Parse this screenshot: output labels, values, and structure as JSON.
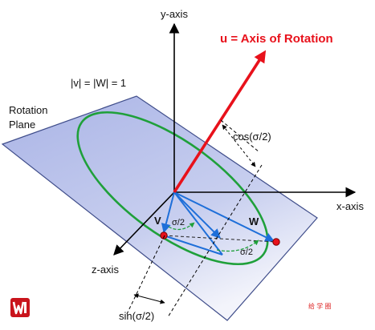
{
  "labels": {
    "y_axis": "y-axis",
    "x_axis": "x-axis",
    "z_axis": "z-axis",
    "axis_of_rotation": "u = Axis of Rotation",
    "norm": "|v| = |W| = 1",
    "rotation_plane_line1": "Rotation",
    "rotation_plane_line2": "Plane",
    "cos_half": "cos(σ/2)",
    "sin_half": "sin(σ/2)",
    "vector_v": "V",
    "vector_w": "W",
    "angle_1": "σ/2",
    "angle_2": "σ/2",
    "watermark": "给 学 圈"
  },
  "colors": {
    "plane_fill": "#b9c2ec",
    "plane_edge": "#3f4d8a",
    "ellipse": "#1fa03a",
    "axis_arrow": "#e8111b",
    "vectors": "#1e6fd9",
    "point": "#e8111b",
    "axes": "#000000"
  },
  "logo": {
    "icon": "logo-w-icon"
  }
}
